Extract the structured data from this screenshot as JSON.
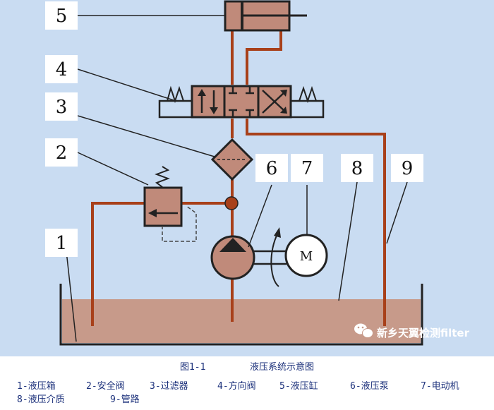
{
  "diagram": {
    "labels": [
      "1",
      "2",
      "3",
      "4",
      "5",
      "6",
      "7",
      "8",
      "9"
    ],
    "motor_symbol": "M",
    "watermark": "新乡天翼检测filter",
    "colors": {
      "background": "#c9dcf2",
      "pipe": "#a8401a",
      "component_fill": "#c08a7a",
      "outline": "#222222",
      "oil": "#c79a8a"
    },
    "icons": [
      "wechat-icon",
      "spring-icon",
      "rotation-arrow-icon",
      "pump-triangle-icon"
    ]
  },
  "caption": {
    "figure_no": "图1-1",
    "title": "液压系统示意图"
  },
  "legend": {
    "row1": [
      "1-液压箱",
      "2-安全阀",
      "3-过滤器",
      "4-方向阀",
      "5-液压缸",
      "6-液压泵",
      "7-电动机"
    ],
    "row2": [
      "8-液压介质",
      "9-管路"
    ]
  }
}
